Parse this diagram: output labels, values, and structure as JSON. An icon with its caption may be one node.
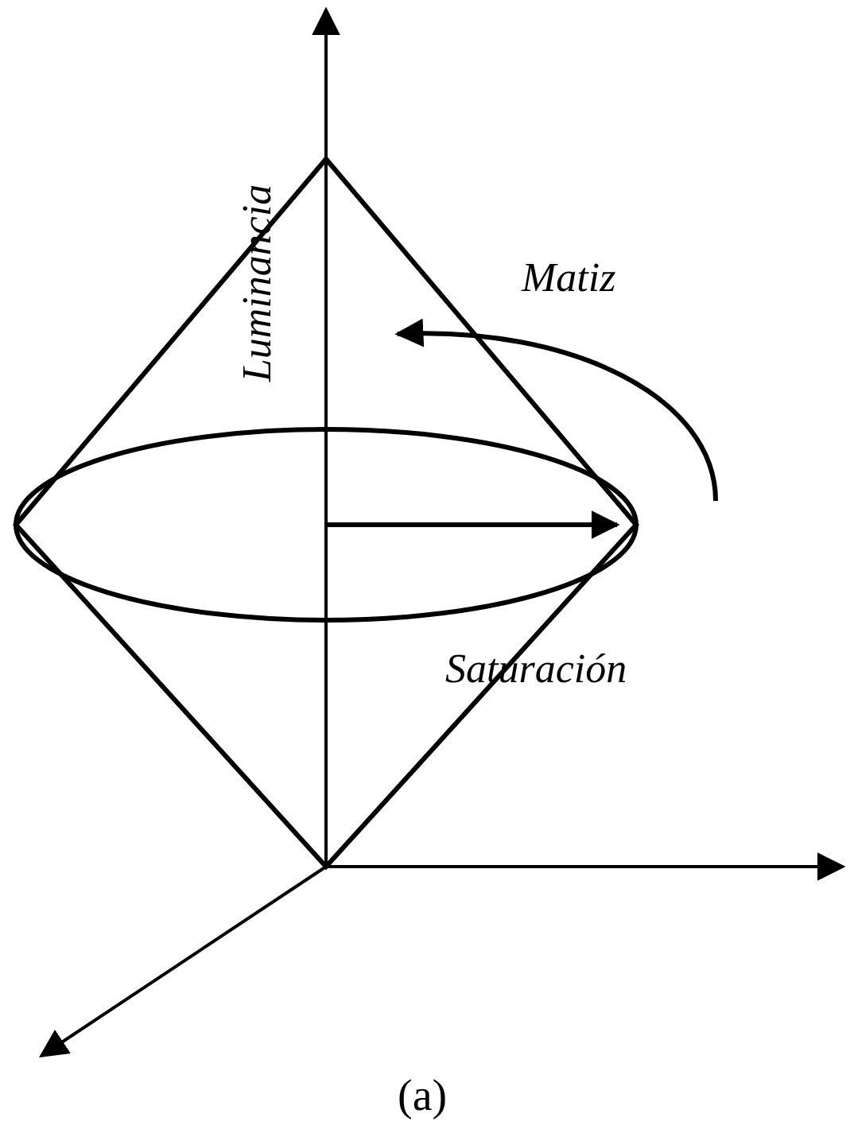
{
  "diagram": {
    "caption": "(a)",
    "labels": [
      "Luminancia",
      "Matiz",
      "Saturación"
    ]
  }
}
